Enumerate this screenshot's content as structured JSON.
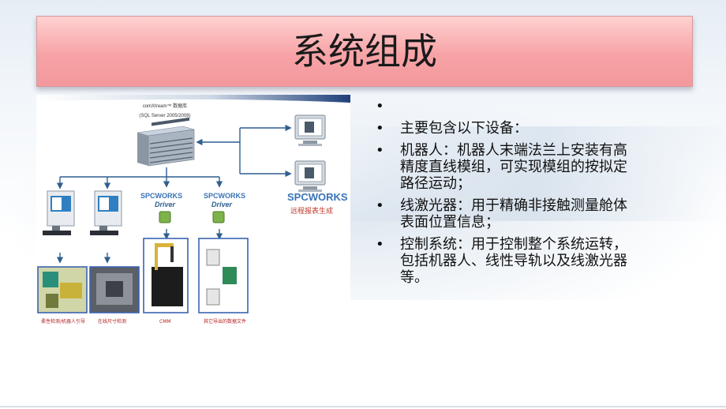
{
  "slide": {
    "title": "系统组成"
  },
  "diagram": {
    "server_label_1": "comXtream™ 数据库",
    "server_label_2": "(SQL Server 2005/2008)",
    "spc_logo_1": "SPCWORKS",
    "driver_1": "Driver",
    "spc_logo_2": "SPCWORKS",
    "driver_2": "Driver",
    "spc_logo_3": "SPCWORKS",
    "report_label": "远程报表生成",
    "caption_1": "柔性检测/机器人引导",
    "caption_2": "在线尺寸检测",
    "caption_3": "CMM",
    "caption_4": "其它导出的数据文件"
  },
  "bullets": {
    "marker": "•",
    "items": [
      "",
      "主要包含以下设备：",
      "机器人：机器人末端法兰上安装有高精度直线模组，可实现模组的按拟定路径运动；",
      "线激光器：用于精确非接触测量舱体表面位置信息；",
      "控制系统：用于控制整个系统运转，包括机器人、线性导轨以及线激光器等。"
    ]
  },
  "colors": {
    "title_bg": "#f7a3a6",
    "arrow": "#2f5f8f",
    "spc_blue": "#3a73b8",
    "report_red": "#c0392b",
    "caption_red": "#b22222"
  }
}
